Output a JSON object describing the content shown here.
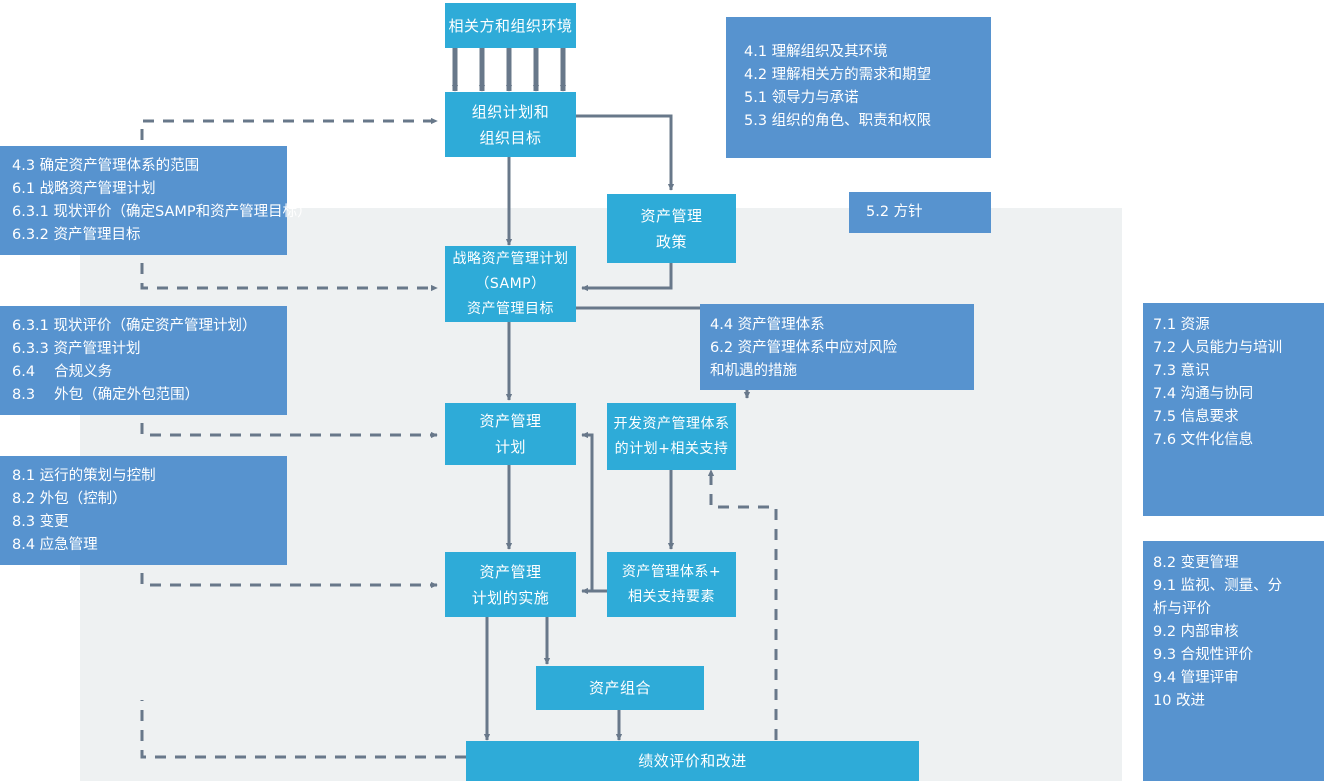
{
  "theme": {
    "node_color": "#2eabd8",
    "ref_color": "#5793cf",
    "region_color": "#eef1f2",
    "connector_color": "#68788a",
    "text_color": "#ffffff"
  },
  "nodes": {
    "stakeholders": {
      "lines": [
        "相关方和组织环境"
      ]
    },
    "org_plan": {
      "lines": [
        "组织计划和",
        "组织目标"
      ]
    },
    "am_policy": {
      "lines": [
        "资产管理",
        "政策"
      ]
    },
    "samp": {
      "lines": [
        "战略资产管理计划",
        "（SAMP）",
        "资产管理目标"
      ]
    },
    "am_plan": {
      "lines": [
        "资产管理",
        "计划"
      ]
    },
    "develop_amsys": {
      "lines": [
        "开发资产管理体系",
        "的计划+相关支持"
      ]
    },
    "am_plan_impl": {
      "lines": [
        "资产管理",
        "计划的实施"
      ]
    },
    "amsys_support": {
      "lines": [
        "资产管理体系+",
        "相关支持要素"
      ]
    },
    "asset_portfolio": {
      "lines": [
        "资产组合"
      ]
    },
    "performance_eval": {
      "lines": [
        "绩效评价和改进"
      ]
    }
  },
  "refboxes": {
    "context_clauses": {
      "lines": [
        "4.1 理解组织及其环境",
        "4.2 理解相关方的需求和期望",
        "5.1 领导力与承诺",
        "5.3 组织的角色、职责和权限"
      ]
    },
    "policy_clause": {
      "lines": [
        "5.2 方针"
      ]
    },
    "scope_clauses": {
      "lines": [
        "4.3 确定资产管理体系的范围",
        "6.1 战略资产管理计划",
        "6.3.1 现状评价（确定SAMP和资产管理目标）",
        "6.3.2 资产管理目标"
      ]
    },
    "plan_clauses": {
      "lines": [
        "6.3.1 现状评价（确定资产管理计划）",
        "6.3.3 资产管理计划",
        "6.4 　合规义务",
        "8.3 　外包（确定外包范围）"
      ]
    },
    "operation_clauses": {
      "lines": [
        "8.1 运行的策划与控制",
        "8.2 外包（控制）",
        "8.3 变更",
        "8.4 应急管理"
      ]
    },
    "risk_clauses": {
      "lines": [
        "4.4 资产管理体系",
        "6.2 资产管理体系中应对风险",
        "和机遇的措施"
      ]
    },
    "support_clauses": {
      "lines": [
        "7.1 资源",
        "7.2 人员能力与培训",
        "7.3 意识",
        "7.4 沟通与协同",
        "7.5 信息要求",
        "7.6 文件化信息"
      ]
    },
    "evaluation_clauses": {
      "lines": [
        "8.2 变更管理",
        "9.1 监视、测量、分",
        "析与评价",
        "9.2 内部审核",
        "9.3 合规性评价",
        "9.4 管理评审",
        "10 改进"
      ]
    }
  }
}
